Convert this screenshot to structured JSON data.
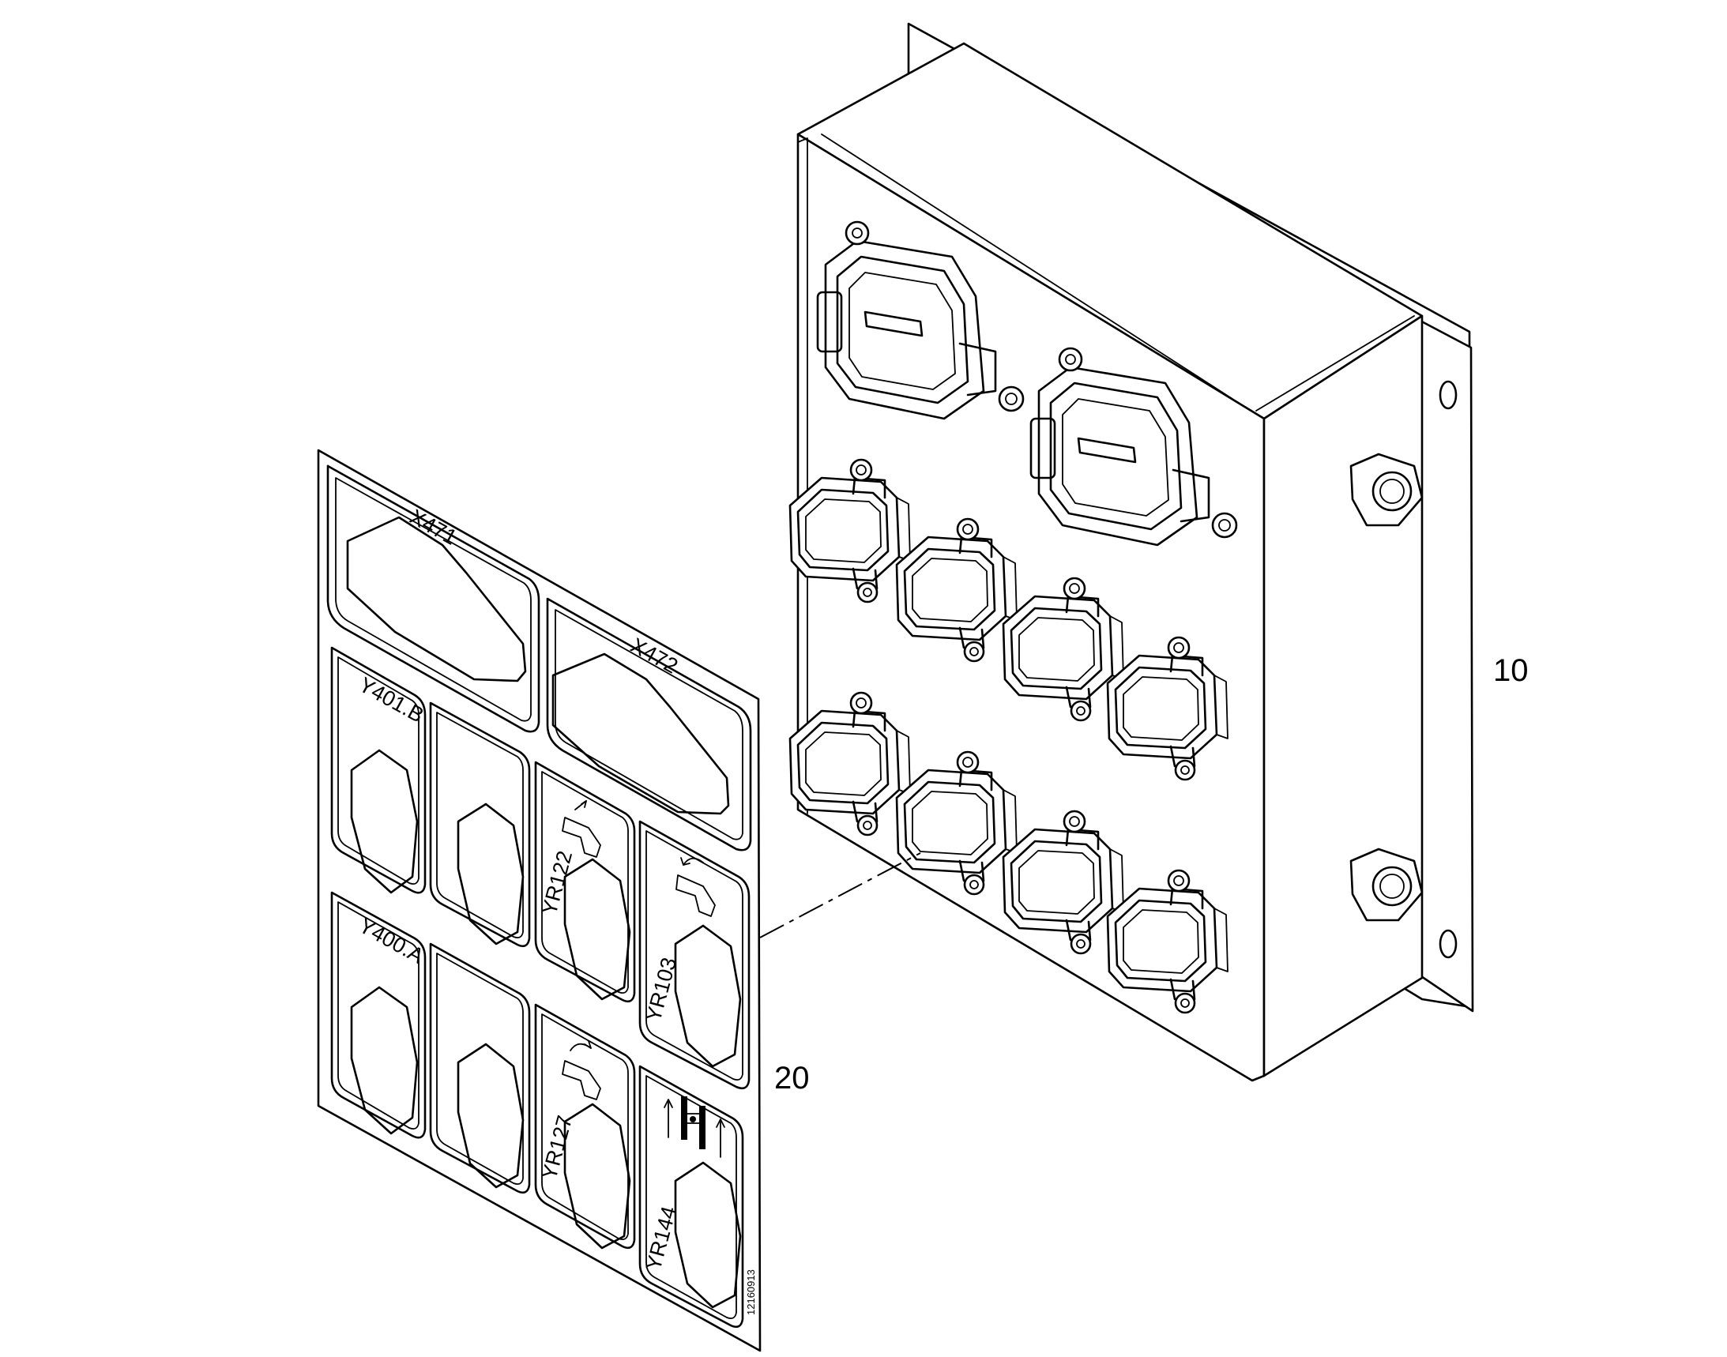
{
  "callouts": {
    "housing": "10",
    "decal": "20"
  },
  "decal_labels": {
    "x471": "X471",
    "x472": "X472",
    "y401b": "Y401.B",
    "y400a": "Y400.A",
    "yr122": "YR122",
    "yr103": "YR103",
    "yr127": "YR127",
    "yr144": "YR144"
  },
  "drawing_code": "12160913",
  "colors": {
    "line": "#000000",
    "background": "#ffffff"
  }
}
